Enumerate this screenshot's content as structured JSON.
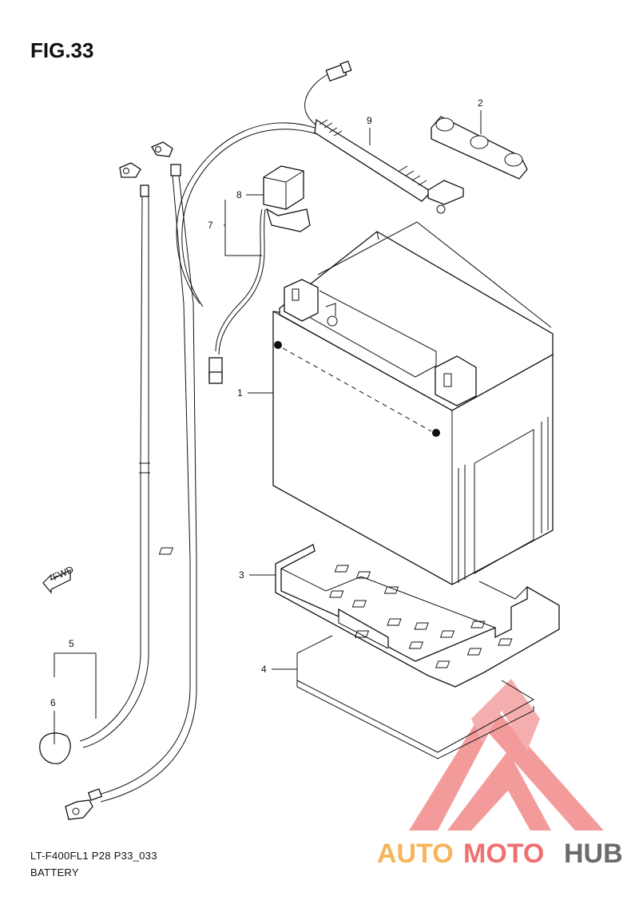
{
  "figure": {
    "title": "FIG.33",
    "code": "LT-F400FL1 P28 P33_033",
    "name": "BATTERY"
  },
  "callouts": {
    "c1": "1",
    "c2": "2",
    "c3": "3",
    "c4": "4",
    "c5": "5",
    "c6": "6",
    "c7": "7",
    "c8": "8",
    "c9": "9"
  },
  "fwd_label": "FWD",
  "watermark": {
    "text_part1": "AUTO",
    "text_part2": "MOTO",
    "text_part3": "HUB",
    "color_orange": "#f7b45a",
    "color_red": "#f07070",
    "color_gray": "#6b6b6b"
  }
}
